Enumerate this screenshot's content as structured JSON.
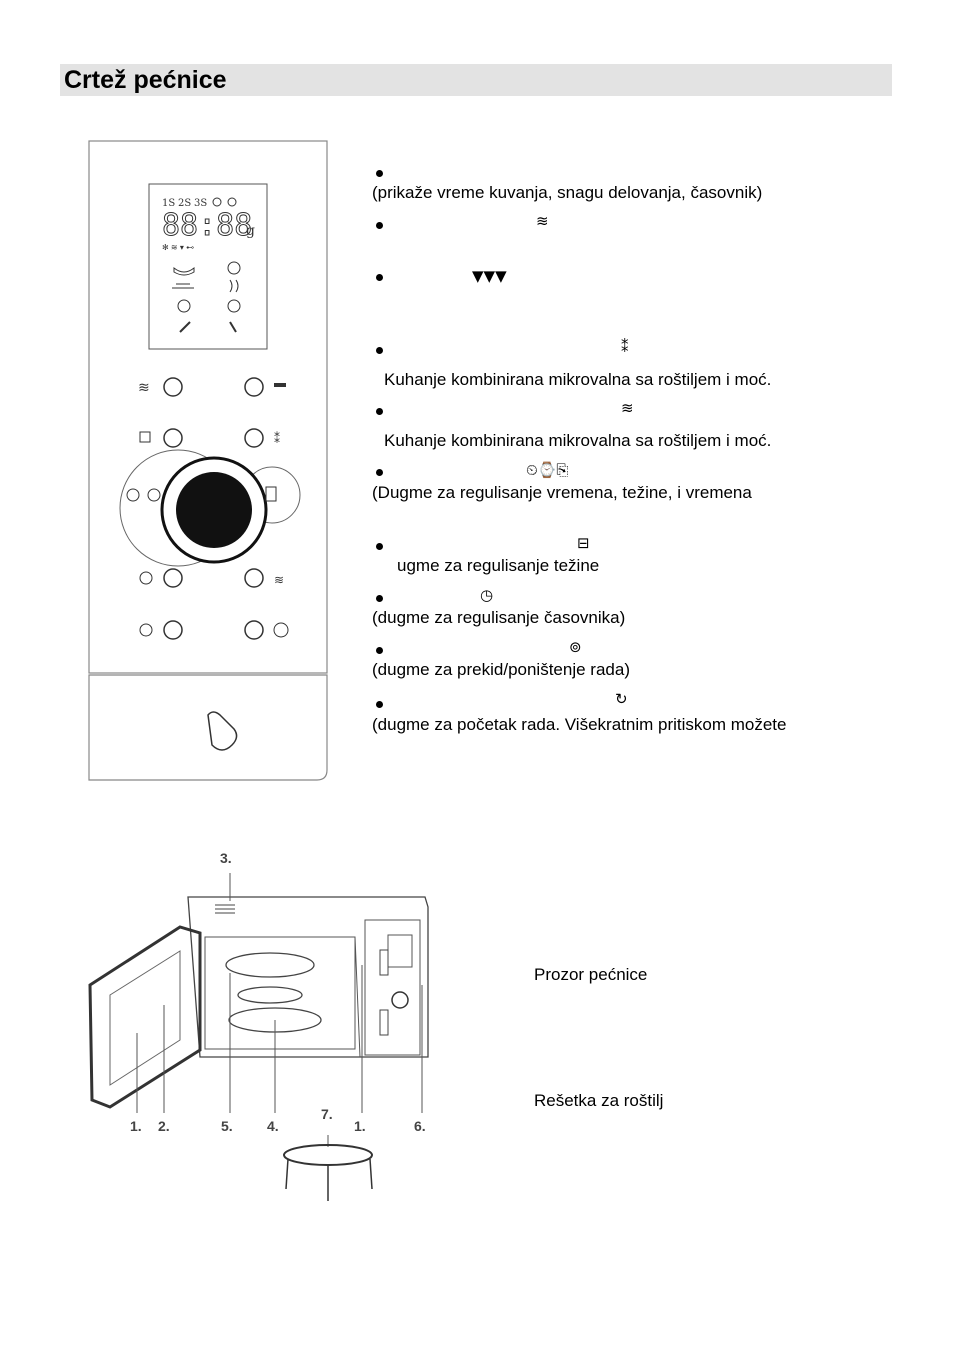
{
  "section_title": "Crtež pećnice",
  "panel": {
    "display_top_labels": [
      "1S",
      "2S",
      "3S"
    ],
    "display_digits": "88:88",
    "display_unit": "g"
  },
  "descriptions": [
    {
      "bullet": true,
      "icon": "",
      "text": "(prikaže vreme kuvanja, snagu delovanja, časovnik)"
    },
    {
      "bullet": true,
      "icon": "microwave-icon",
      "text": ""
    },
    {
      "bullet": true,
      "icon": "grill-icon",
      "text": ""
    },
    {
      "bullet": true,
      "icon": "combi-1-icon",
      "text": "Kuhanje kombinirana mikrovalna sa roštiljem i moć."
    },
    {
      "bullet": true,
      "icon": "combi-2-icon",
      "text": "Kuhanje kombinirana mikrovalna sa roštiljem i moć."
    },
    {
      "bullet": true,
      "icon": "time-weight-icon",
      "text": "(Dugme za regulisanje vremena, težine, i vremena"
    },
    {
      "bullet": true,
      "icon": "weight-icon",
      "text": "ugme za regulisanje težine"
    },
    {
      "bullet": true,
      "icon": "clock-icon",
      "text": "(dugme za regulisanje časovnika)"
    },
    {
      "bullet": true,
      "icon": "stop-icon",
      "text": "(dugme za prekid/poništenje rada)"
    },
    {
      "bullet": true,
      "icon": "start-icon",
      "text": "(dugme za početak rada. Višekratnim pritiskom možete"
    }
  ],
  "oven_callouts": [
    "1.",
    "2.",
    "3.",
    "4.",
    "5.",
    "1.",
    "6.",
    "7."
  ],
  "parts": [
    {
      "label": "Prozor pećnice"
    },
    {
      "label": "Rešetka za roštilj"
    }
  ]
}
